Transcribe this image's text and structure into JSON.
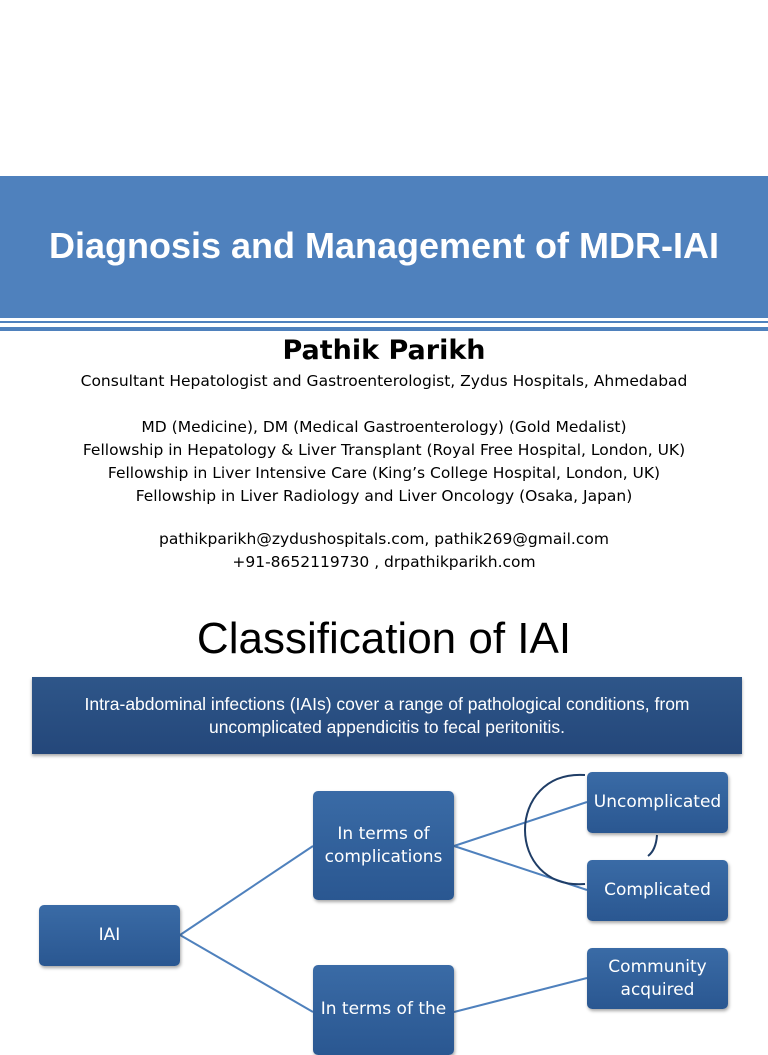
{
  "title_slide": {
    "title": "Diagnosis and Management of MDR-IAI",
    "author": "Pathik Parikh",
    "position": "Consultant Hepatologist and Gastroenterologist, Zydus Hospitals, Ahmedabad",
    "qualifications": [
      "MD (Medicine), DM (Medical Gastroenterology) (Gold Medalist)",
      "Fellowship in Hepatology & Liver Transplant (Royal Free Hospital, London, UK)",
      "Fellowship in Liver Intensive Care (King’s College Hospital, London, UK)",
      "Fellowship in Liver Radiology and Liver Oncology (Osaka, Japan)"
    ],
    "contact": [
      "pathikparikh@zydushospitals.com, pathik269@gmail.com",
      "+91-8652119730 , drpathikparikh.com"
    ]
  },
  "classification_slide": {
    "heading": "Classification of IAI",
    "intro_lines": [
      "Intra-abdominal infections (IAIs) cover a range of pathological conditions, from",
      "uncomplicated appendicitis to fecal peritonitis."
    ],
    "diagram": {
      "root": "IAI",
      "branch_1": {
        "label_lines": [
          "In terms of",
          "complications"
        ]
      },
      "branch_2": {
        "label_lines": [
          "In terms of the"
        ]
      },
      "leaf_uncomplicated": "Uncomplicated",
      "leaf_complicated": "Complicated",
      "leaf_community_lines": [
        "Community",
        "acquired"
      ]
    }
  },
  "colors": {
    "banner": "#4f81bd",
    "box_fill": "#2e5a94",
    "connector": "#4f81bd",
    "title_text": "#ffffff"
  }
}
